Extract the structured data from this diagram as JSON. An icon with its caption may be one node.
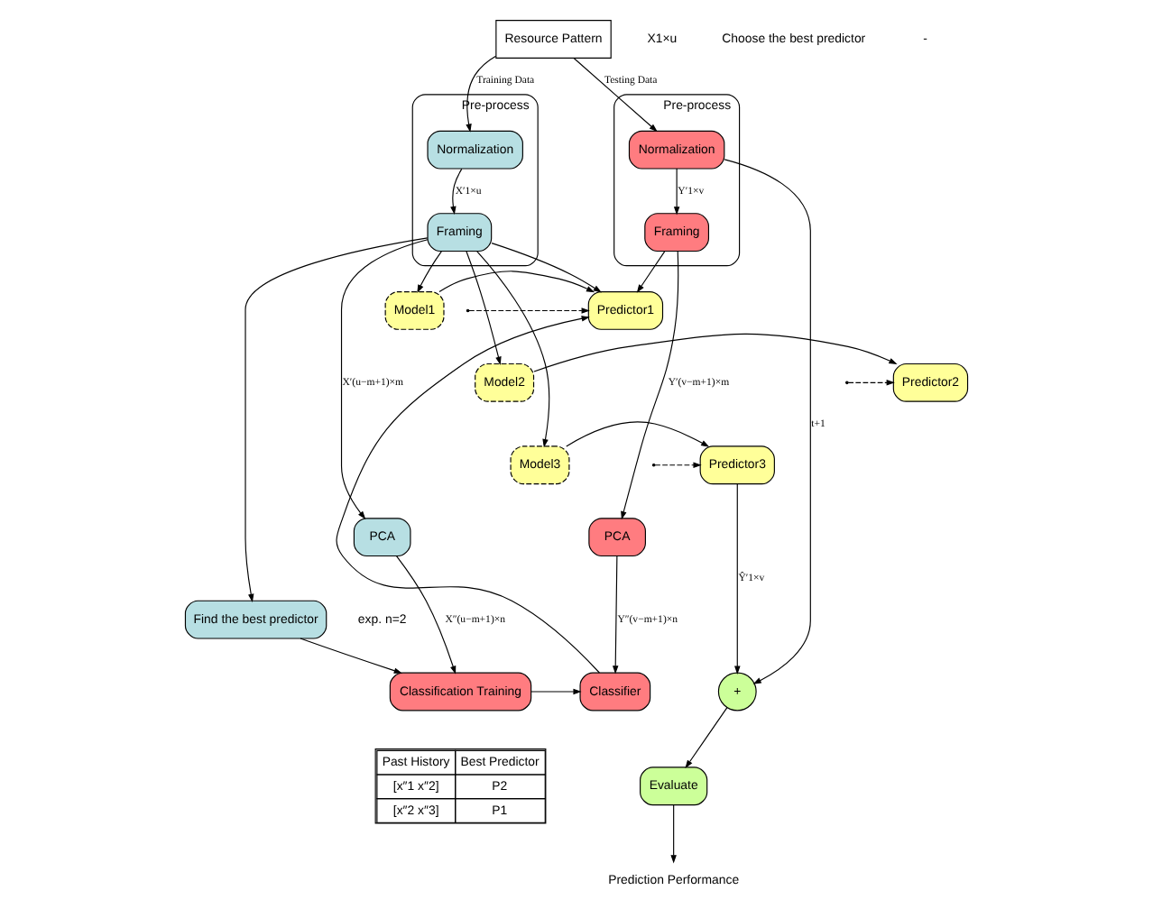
{
  "diagram": {
    "nodes": [
      {
        "text": [
          "Resource Pattern"
        ]
      },
      {
        "text": [
          "Pre-process"
        ]
      },
      {
        "text": [
          "Normalization"
        ],
        "in": 1
      },
      {
        "text": [
          "Framing"
        ],
        "in": 1
      },
      {
        "text": [
          "Pre-process"
        ]
      },
      {
        "text": [
          "Normalization"
        ],
        "in": 4
      },
      {
        "text": [
          "Framing"
        ],
        "in": 4
      },
      {
        "text": [
          "Model1"
        ]
      },
      {
        "text": [
          "Model2"
        ]
      },
      {
        "text": [
          "Model3"
        ]
      },
      {
        "text": [
          "Predictor1"
        ]
      },
      {
        "text": [
          "Predictor2"
        ]
      },
      {
        "text": [
          "Predictor3"
        ]
      },
      {
        "text": [
          "PCA"
        ]
      },
      {
        "text": [
          "Find the best predictor"
        ]
      },
      {
        "text": [
          "PCA"
        ]
      },
      {
        "text": [
          "Classification Training"
        ]
      },
      {
        "text": [
          "Classifier"
        ]
      },
      {
        "text": [
          "+"
        ]
      },
      {
        "text": [
          "Evaluate"
        ]
      },
      {
        "text": [
          "Prediction Performance"
        ]
      }
    ],
    "edges": [
      {
        "from": 0,
        "to": 2,
        "arrow": "to",
        "label": "Training Data"
      },
      {
        "from": 0,
        "to": 5,
        "arrow": "to",
        "label": "Testing Data"
      },
      {
        "from": 2,
        "to": 3,
        "arrow": "to",
        "label": "X′1×u"
      },
      {
        "from": 5,
        "to": 6,
        "arrow": "to",
        "label": "Y′1×v"
      },
      {
        "from": 3,
        "to": 10,
        "arrow": "to"
      },
      {
        "from": 6,
        "to": 10,
        "arrow": "to"
      },
      {
        "from": 3,
        "to": 7,
        "arrow": "to"
      },
      {
        "from": 3,
        "to": 8,
        "arrow": "to"
      },
      {
        "from": 3,
        "to": 9,
        "arrow": "to"
      },
      {
        "from": 3,
        "to": 14,
        "arrow": "to"
      },
      {
        "from": 7,
        "to": 10,
        "arrow": "to"
      },
      {
        "from": 8,
        "to": 11,
        "arrow": "to"
      },
      {
        "from": 9,
        "to": 12,
        "arrow": "to"
      },
      {
        "from": 3,
        "to": 13,
        "arrow": "to",
        "label": "X′(u−m+1)×m"
      },
      {
        "from": 6,
        "to": 15,
        "arrow": "to",
        "label": "Y′(v−m+1)×m"
      },
      {
        "from": 13,
        "to": 16,
        "arrow": "to",
        "label": "X″(u−m+1)×n"
      },
      {
        "from": 14,
        "to": 16,
        "arrow": "to"
      },
      {
        "from": 16,
        "to": 17,
        "arrow": "to"
      },
      {
        "from": 15,
        "to": 17,
        "arrow": "to",
        "label": "Y″(v−m+1)×n"
      },
      {
        "from": 17,
        "to": 10,
        "arrow": "to"
      },
      {
        "from": null,
        "to": 10,
        "arrow": "to",
        "style": "dashed"
      },
      {
        "from": null,
        "to": 11,
        "arrow": "to",
        "style": "dashed"
      },
      {
        "from": null,
        "to": 12,
        "arrow": "to",
        "style": "dashed"
      },
      {
        "from": 12,
        "to": 18,
        "arrow": "to",
        "label": "Ŷ′1×v"
      },
      {
        "from": 5,
        "to": 18,
        "arrow": "to",
        "label": "t+1"
      },
      {
        "from": 18,
        "to": 19,
        "arrow": "to"
      },
      {
        "from": 19,
        "to": 20,
        "arrow": "to"
      }
    ],
    "labels": [
      "X1×u",
      "Choose the best predictor",
      "exp. n=2",
      "-",
      "Past History",
      "Best Predictor",
      "[x″1 x″2]",
      "P2",
      "[x″2 x″3]",
      "P1"
    ]
  }
}
